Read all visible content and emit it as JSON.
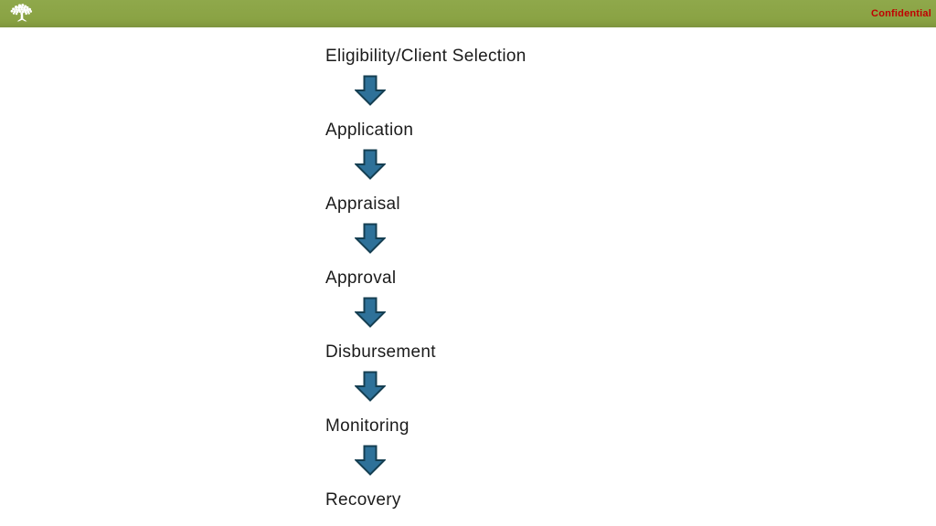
{
  "slide": {
    "header": {
      "confidential_label": "Confidential",
      "logo_icon": "oak-tree-logo"
    },
    "process_flow": {
      "steps": [
        "Eligibility/Client Selection",
        "Application",
        "Appraisal",
        "Approval",
        "Disbursement",
        "Monitoring",
        "Recovery"
      ],
      "connector_icon": "down-arrow"
    }
  },
  "colors": {
    "header_green": "#8AA344",
    "header_green_dark": "#7D9340",
    "arrow_fill": "#2E7199",
    "arrow_stroke": "#153F52",
    "text_color": "#1B1B1B",
    "confidential_red": "#C00000",
    "bg": "#FFFFFF"
  }
}
